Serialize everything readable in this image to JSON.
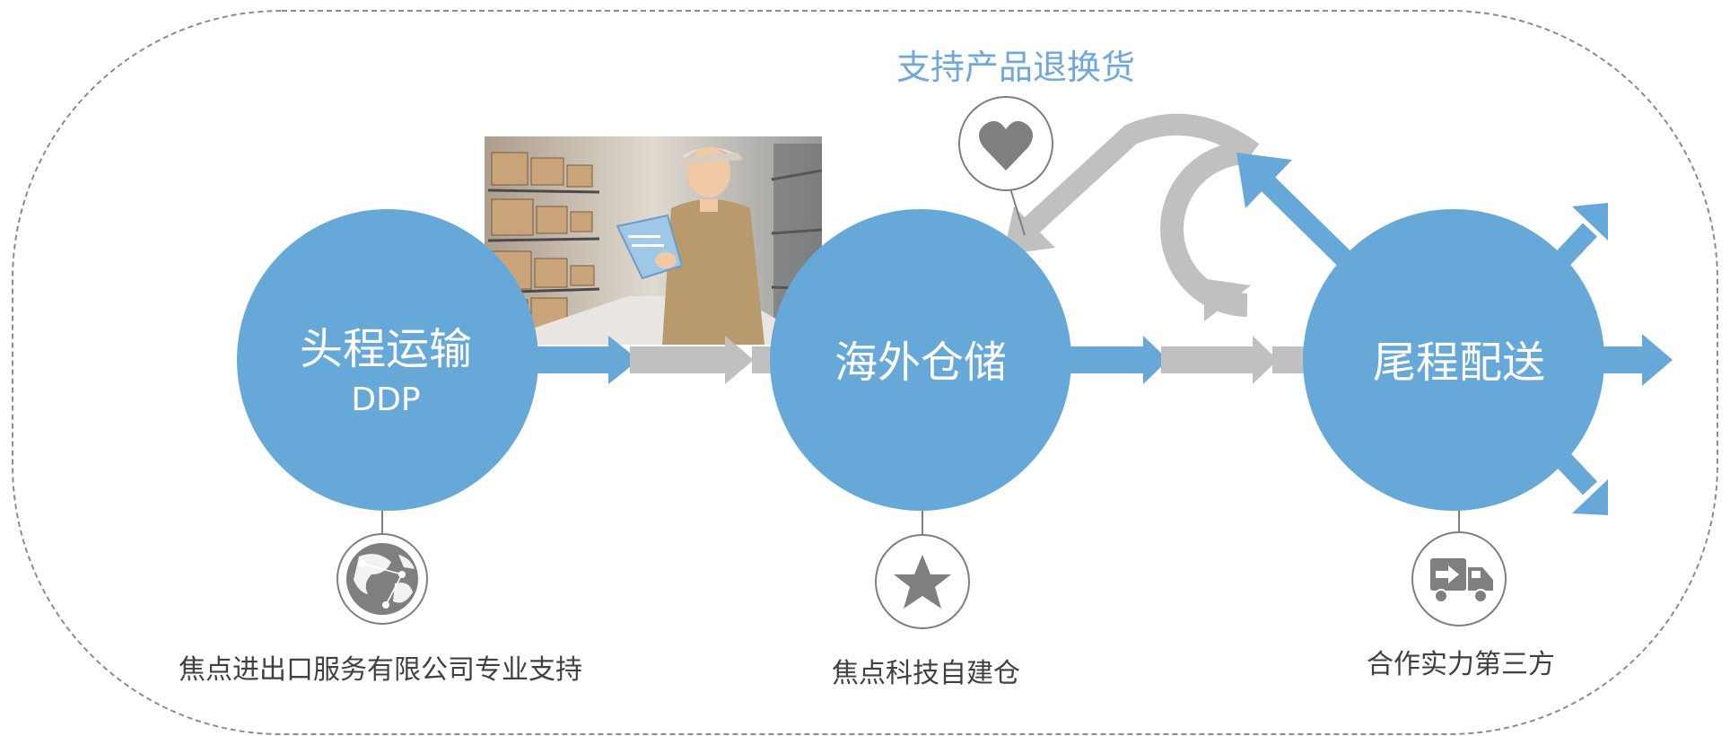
{
  "return_support": {
    "label": "支持产品退换货",
    "color": "#6fa8dc"
  },
  "stages": [
    {
      "title": "头程运输",
      "subtitle": "DDP",
      "caption": "焦点进出口服务有限公司专业支持",
      "icon": "globe-icon"
    },
    {
      "title": "海外仓储",
      "subtitle": "",
      "caption": "焦点科技自建仓",
      "icon": "star-icon"
    },
    {
      "title": "尾程配送",
      "subtitle": "",
      "caption": "合作实力第三方",
      "icon": "delivery-truck-icon"
    }
  ],
  "return_icon": "heart-icon",
  "photo": {
    "subject": "warehouse-worker-photo"
  },
  "colors": {
    "circle": "#66a8d8",
    "arrow_blue": "#66a8d8",
    "arrow_gray": "#c0c0c0",
    "icon_gray": "#7f7f7f",
    "text": "#404040",
    "border": "#8c8c8c"
  }
}
